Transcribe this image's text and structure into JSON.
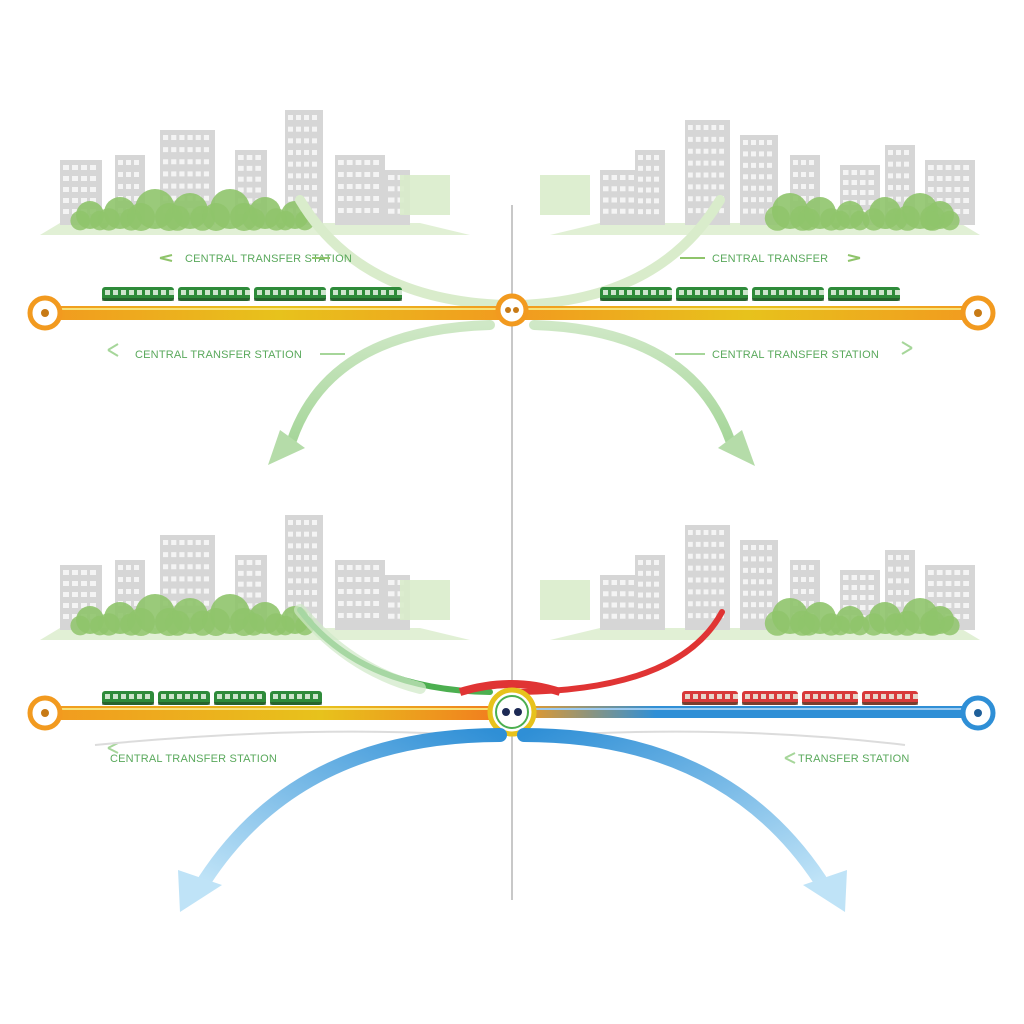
{
  "colors": {
    "background": "#ffffff",
    "building": "#d6d6d6",
    "building_window": "#f4f4f4",
    "tree": "#8fc46b",
    "park": "#d9eccb",
    "green_line": "#4caf50",
    "orange_line": "#f29a1f",
    "yellow_line": "#e7c21c",
    "red_line": "#e03434",
    "blue_line": "#2f8fd6",
    "train_green": "#2e8b3a",
    "train_red": "#d83a3a",
    "divider": "#b5b5b5",
    "label_green": "#5aa95c"
  },
  "icons": [
    "city-skyline",
    "tree",
    "train",
    "station-node",
    "flow-arrow"
  ],
  "top_panel": {
    "label_upper_left": "CENTRAL TRANSFER STATION",
    "label_upper_right": "CENTRAL TRANSFER",
    "label_lower_left": "CENTRAL TRANSFER STATION",
    "label_lower_right": "CENTRAL TRANSFER STATION"
  },
  "bottom_panel": {
    "label_left": "CENTRAL TRANSFER STATION",
    "label_right": "TRANSFER STATION"
  }
}
